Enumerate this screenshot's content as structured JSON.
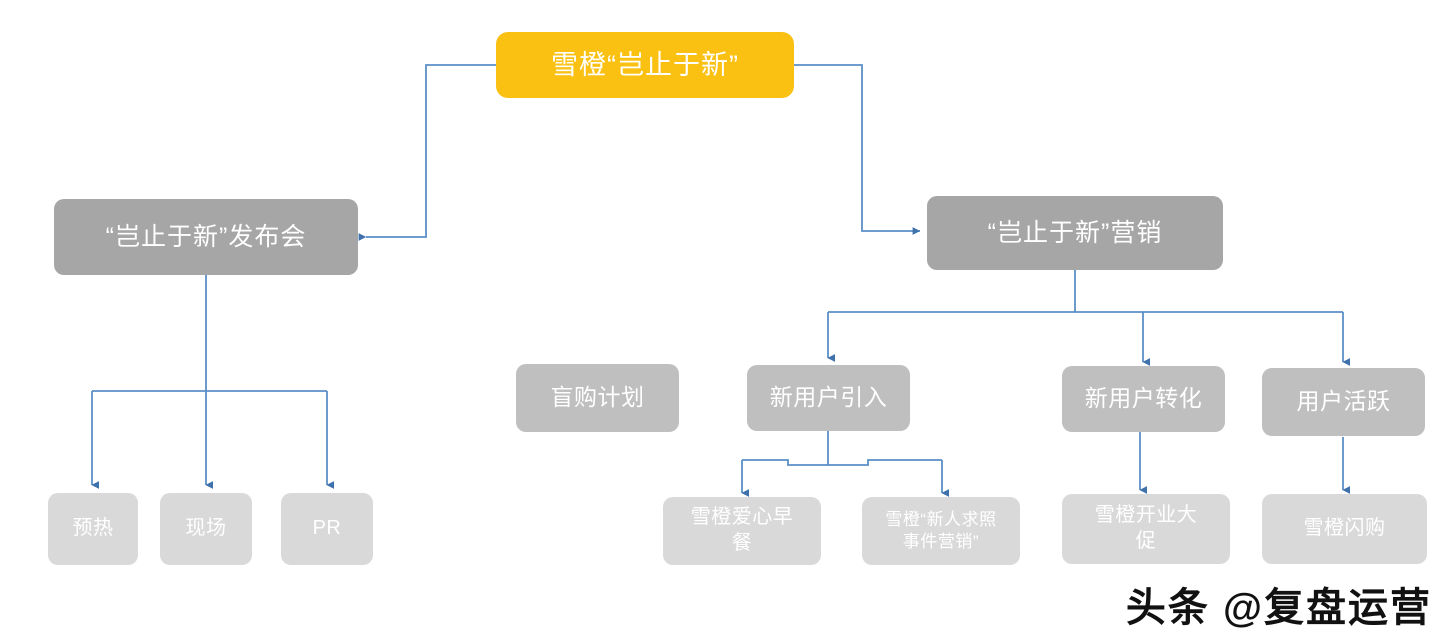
{
  "diagram": {
    "type": "tree-flowchart",
    "title": "雪橙“岂止于新”",
    "colors": {
      "root": "#fac113",
      "level2": "#a6a6a6",
      "level3": "#bfbfbf",
      "level4": "#d9d9d9",
      "connector": "#5b8fc7",
      "node_text": "#ffffff",
      "background": "#ffffff"
    },
    "nodes": {
      "root": {
        "label": "雪橙“岂止于新”",
        "level": 1
      },
      "launch": {
        "label": "“岂止于新”发布会",
        "level": 2
      },
      "marketing": {
        "label": "“岂止于新”营销",
        "level": 2
      },
      "warmup": {
        "label": "预热",
        "level": 3
      },
      "onsite": {
        "label": "现场",
        "level": 3
      },
      "pr": {
        "label": "PR",
        "level": 3
      },
      "blind_buy": {
        "label": "盲购计划",
        "level": 3
      },
      "new_user_acquire": {
        "label": "新用户引入",
        "level": 3
      },
      "new_user_convert": {
        "label": "新用户转化",
        "level": 3
      },
      "user_active": {
        "label": "用户活跃",
        "level": 3
      },
      "love_breakfast": {
        "label": "雪橙爱心早\n餐",
        "level": 4
      },
      "photo_event": {
        "label": "雪橙“新人求照\n事件营销”",
        "level": 4
      },
      "opening_promo": {
        "label": "雪橙开业大\n促",
        "level": 4
      },
      "flash_sale": {
        "label": "雪橙闪购",
        "level": 4
      }
    },
    "edges": [
      {
        "from": "root",
        "to": "launch"
      },
      {
        "from": "root",
        "to": "marketing"
      },
      {
        "from": "launch",
        "to": "warmup"
      },
      {
        "from": "launch",
        "to": "onsite"
      },
      {
        "from": "launch",
        "to": "pr"
      },
      {
        "from": "marketing",
        "to": "new_user_acquire"
      },
      {
        "from": "marketing",
        "to": "new_user_convert"
      },
      {
        "from": "marketing",
        "to": "user_active"
      },
      {
        "from": "new_user_acquire",
        "to": "love_breakfast"
      },
      {
        "from": "new_user_acquire",
        "to": "photo_event"
      },
      {
        "from": "new_user_convert",
        "to": "opening_promo"
      },
      {
        "from": "user_active",
        "to": "flash_sale"
      }
    ]
  },
  "watermark": {
    "text": "头条 @复盘运营"
  }
}
